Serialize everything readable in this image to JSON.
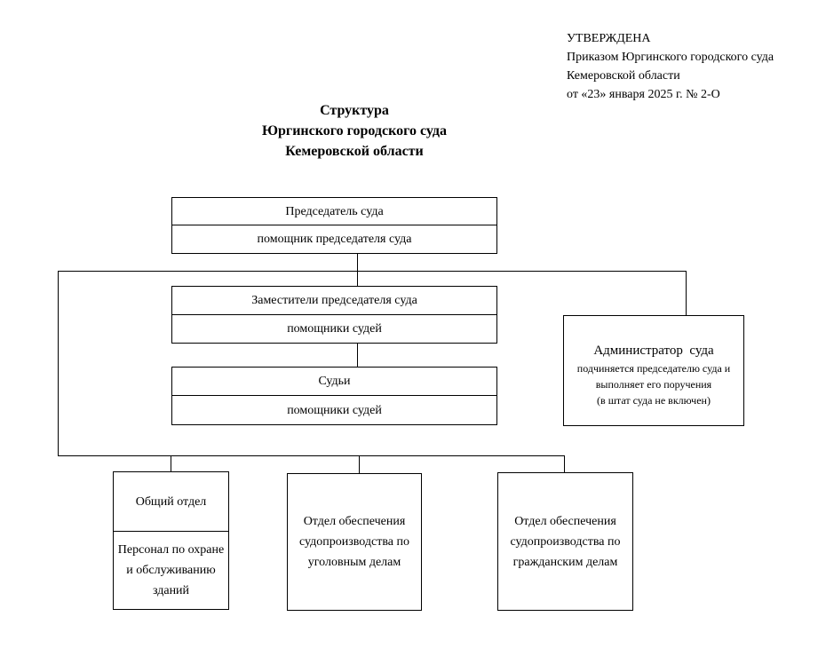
{
  "approval": {
    "lines": [
      "УТВЕРЖДЕНА",
      "Приказом Юргинского городского суда",
      "Кемеровской области",
      "от «23» января 2025 г. № 2-О"
    ]
  },
  "title": {
    "lines": [
      "Структура",
      "Юргинского городского суда",
      "Кемеровской области"
    ]
  },
  "chart": {
    "chairman": {
      "role": "Председатель суда",
      "staff": "помощник председателя суда"
    },
    "deputies": {
      "role": "Заместители председателя суда",
      "staff": "помощники судей"
    },
    "judges": {
      "role": "Судьи",
      "staff": "помощники судей"
    },
    "administrator": {
      "title": "Администратор  суда",
      "note_lines": [
        "подчиняется председателю суда и",
        "выполняет его поручения",
        "(в штат суда не включен)"
      ]
    },
    "general_department": {
      "role": "Общий отдел",
      "staff": "Персонал по охране и обслуживанию зданий"
    },
    "criminal_department": {
      "role": "Отдел обеспечения судопроизводства по уголовным делам"
    },
    "civil_department": {
      "role": "Отдел обеспечения судопроизводства по гражданским делам"
    }
  },
  "colors": {
    "background": "#ffffff",
    "text": "#000000",
    "line": "#000000"
  }
}
